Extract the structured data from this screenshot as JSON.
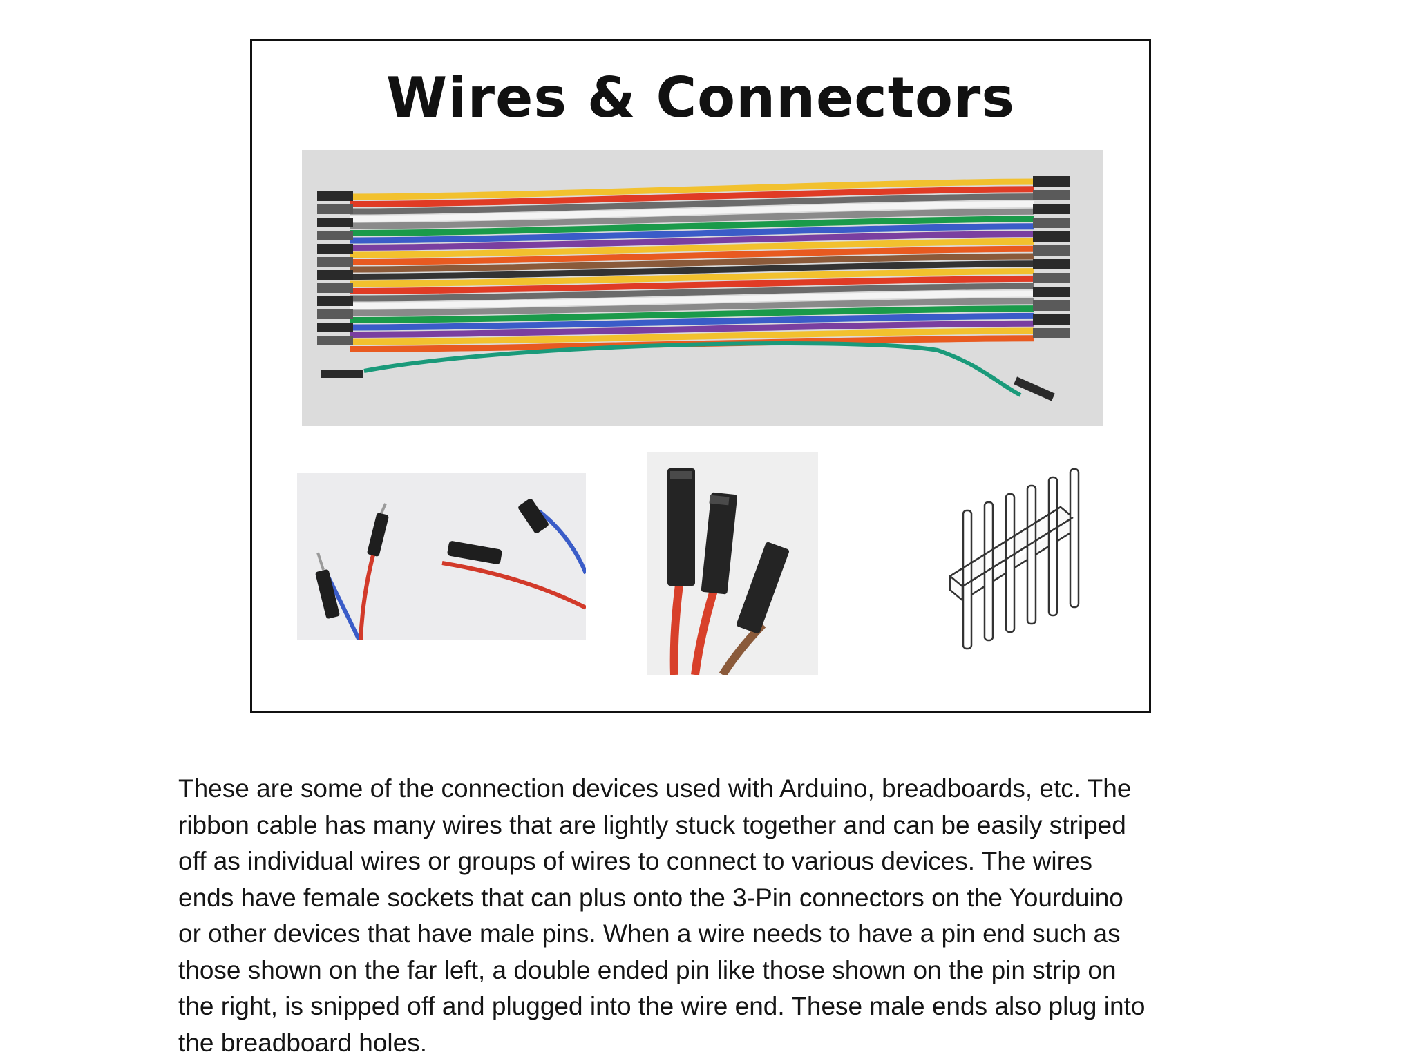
{
  "figure": {
    "title": "Wires & Connectors"
  },
  "description": {
    "lines": [
      "These are some of the connection devices used with Arduino, breadboards, etc. The",
      "ribbon cable has many wires that are lightly stuck together and can be easily striped",
      "off as individual wires or groups of wires to connect to various devices. The wires",
      "ends have female sockets that can plus onto the 3-Pin connectors on the Yourduino",
      "or other devices that have male pins. When a wire needs to have a pin end such as",
      "those shown on the far left, a double ended pin like those shown on the pin strip on",
      "the right, is snipped off and plugged into the wire end. These male ends also plug into",
      "the breadboard holes."
    ]
  },
  "colors": {
    "ribbon_wires": [
      "#f2c12e",
      "#e03b25",
      "#6b6b6b",
      "#f4f4f4",
      "#8a8a8a",
      "#1a9a4a",
      "#3a5cc8",
      "#7a3fa0",
      "#f2c12e",
      "#e85a20",
      "#8a5a3a",
      "#333333"
    ],
    "connector_housing": "#2a2a2a",
    "frame_border": "#111111"
  }
}
